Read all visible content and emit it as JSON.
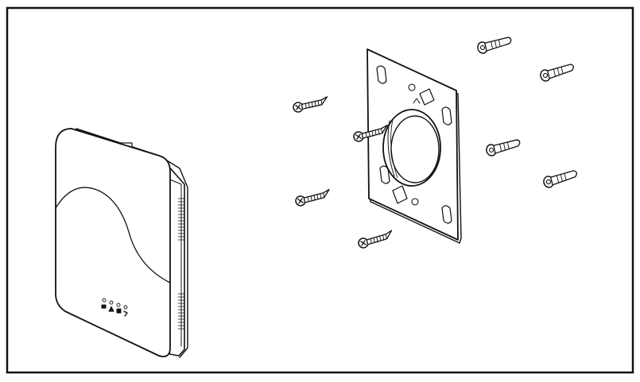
{
  "figure": {
    "title": "",
    "components": {
      "device": "access-point-device",
      "bracket": "mounting-bracket",
      "screws": "screw",
      "anchors": "wall-anchor"
    },
    "counts": {
      "screws": 4,
      "anchors": 4
    }
  }
}
